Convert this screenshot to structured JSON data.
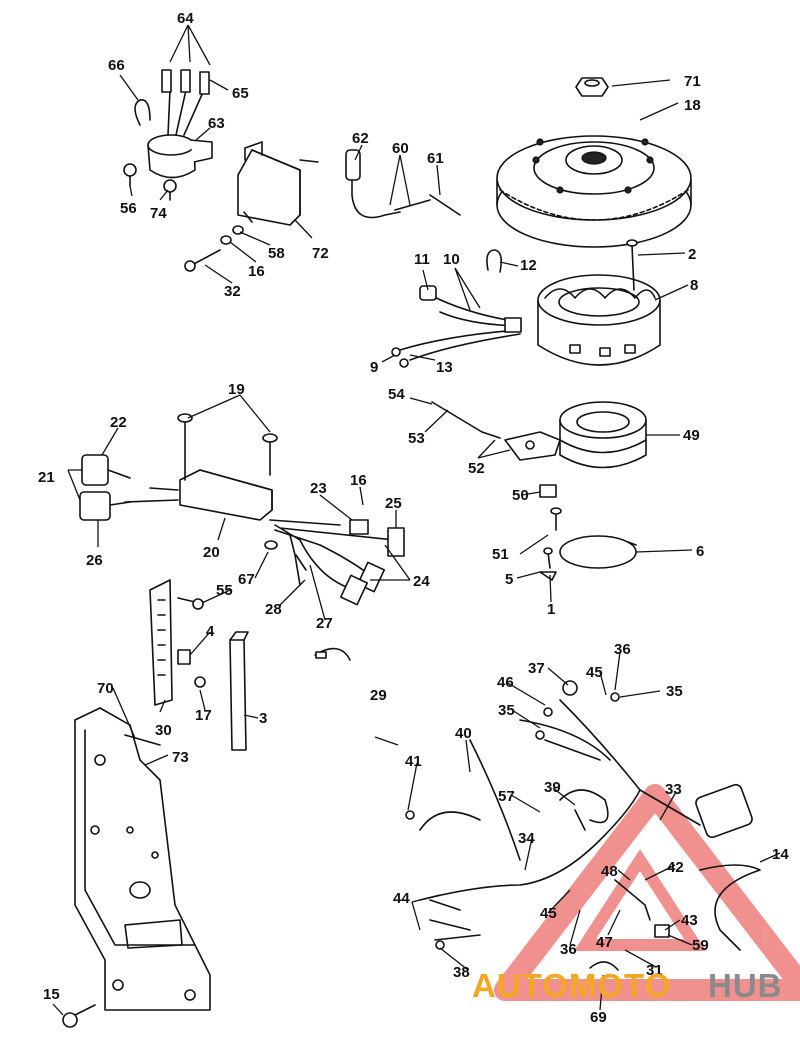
{
  "labels": [
    "64",
    "66",
    "65",
    "71",
    "18",
    "63",
    "62",
    "60",
    "61",
    "56",
    "74",
    "58",
    "72",
    "16",
    "32",
    "2",
    "11",
    "10",
    "12",
    "8",
    "9",
    "13",
    "19",
    "54",
    "22",
    "53",
    "49",
    "21",
    "52",
    "16",
    "23",
    "25",
    "50",
    "20",
    "26",
    "51",
    "6",
    "67",
    "24",
    "5",
    "55",
    "28",
    "27",
    "1",
    "4",
    "36",
    "37",
    "45",
    "35",
    "46",
    "17",
    "30",
    "3",
    "29",
    "70",
    "35",
    "73",
    "40",
    "41",
    "39",
    "33",
    "57",
    "34",
    "14",
    "48",
    "42",
    "44",
    "45",
    "43",
    "47",
    "36",
    "59",
    "38",
    "31",
    "15",
    "69"
  ],
  "watermark": {
    "left": "AUTOMOTO",
    "right": "HUB",
    "colors": {
      "left": "#f5a623",
      "right": "#8a8a8a",
      "triangle": "#e53935"
    }
  }
}
